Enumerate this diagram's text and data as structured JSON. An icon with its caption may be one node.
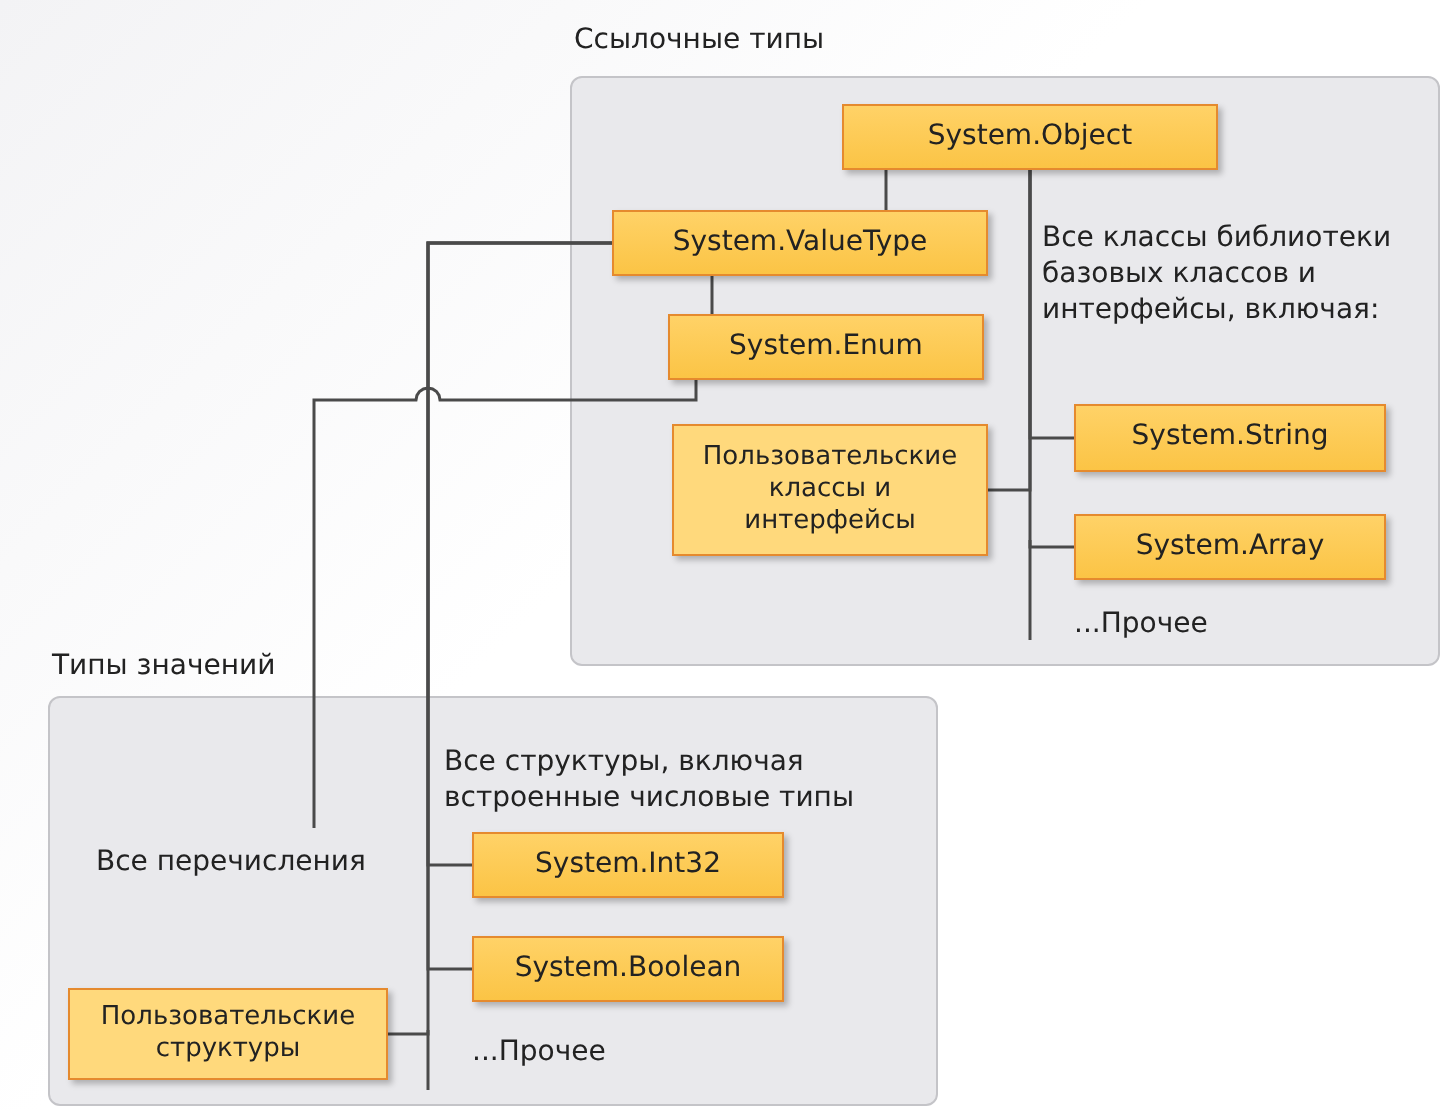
{
  "diagram": {
    "nodes": [
      {
        "text": [
          "Ссылочные типы"
        ]
      },
      {
        "text": [
          "System.Object"
        ],
        "in": 0
      },
      {
        "text": [
          "System.ValueType"
        ],
        "in": 0
      },
      {
        "text": [
          "System.Enum"
        ],
        "in": 0
      },
      {
        "text": [
          "Пользовательские классы и интерфейсы"
        ],
        "in": 0
      },
      {
        "text": [
          "System.String"
        ],
        "in": 0
      },
      {
        "text": [
          "System.Array"
        ],
        "in": 0
      },
      {
        "text": [
          "Типы значений"
        ]
      },
      {
        "text": [
          "Все перечисления"
        ],
        "in": 7
      },
      {
        "text": [
          "System.Int32"
        ],
        "in": 7
      },
      {
        "text": [
          "System.Boolean"
        ],
        "in": 7
      },
      {
        "text": [
          "Пользовательские структуры"
        ],
        "in": 7
      }
    ],
    "edges": [
      {
        "from": 1,
        "to": 2,
        "arrow": "none"
      },
      {
        "from": 1,
        "to": 5,
        "arrow": "none"
      },
      {
        "from": 1,
        "to": 4,
        "arrow": "none"
      },
      {
        "from": 1,
        "to": 6,
        "arrow": "none"
      },
      {
        "from": 2,
        "to": 3,
        "arrow": "none"
      },
      {
        "from": 3,
        "to": 8,
        "arrow": "none"
      },
      {
        "from": 2,
        "to": 9,
        "arrow": "none"
      },
      {
        "from": 2,
        "to": 10,
        "arrow": "none"
      },
      {
        "from": 2,
        "to": 11,
        "arrow": "none"
      }
    ],
    "labels": [
      "Все классы библиотеки базовых классов и интерфейсы, включая:",
      "...Прочее",
      "Все структуры, включая встроенные числовые типы",
      "...Прочее"
    ]
  }
}
